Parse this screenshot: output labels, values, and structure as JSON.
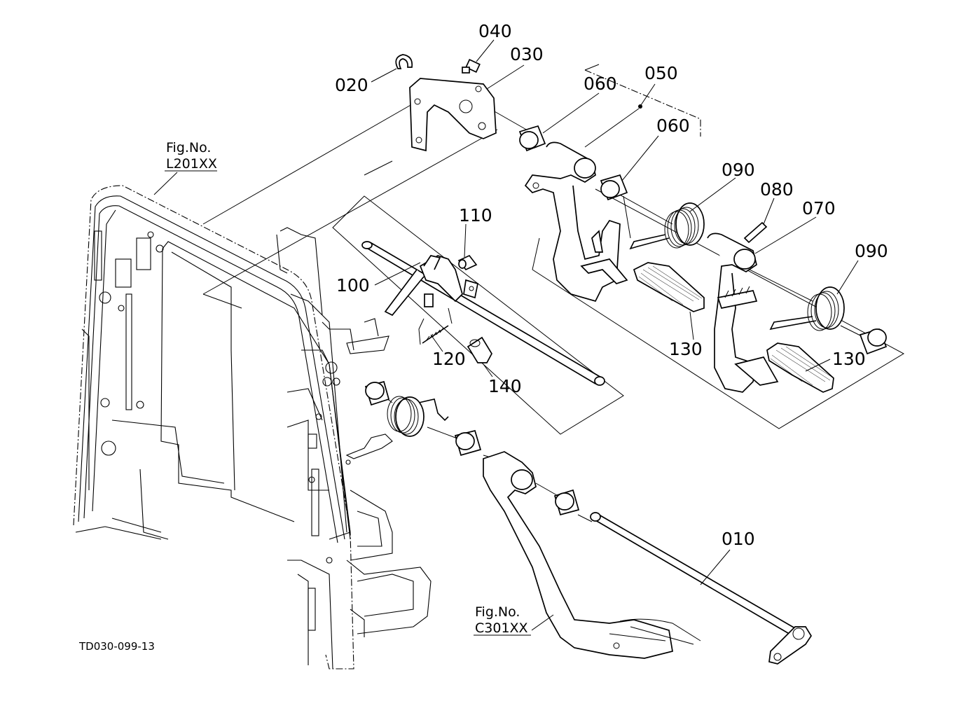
{
  "diagram_code": "TD030-099-13",
  "part_labels": {
    "p010": "010",
    "p020": "020",
    "p030": "030",
    "p040": "040",
    "p050": "050",
    "p060a": "060",
    "p060b": "060",
    "p070": "070",
    "p080": "080",
    "p090a": "090",
    "p090b": "090",
    "p100": "100",
    "p110": "110",
    "p120": "120",
    "p130a": "130",
    "p130b": "130",
    "p140": "140"
  },
  "figure_refs": {
    "left": {
      "line1": "Fig.No.",
      "line2": "L201XX"
    },
    "bottom": {
      "line1": "Fig.No.",
      "line2": "C301XX"
    }
  }
}
